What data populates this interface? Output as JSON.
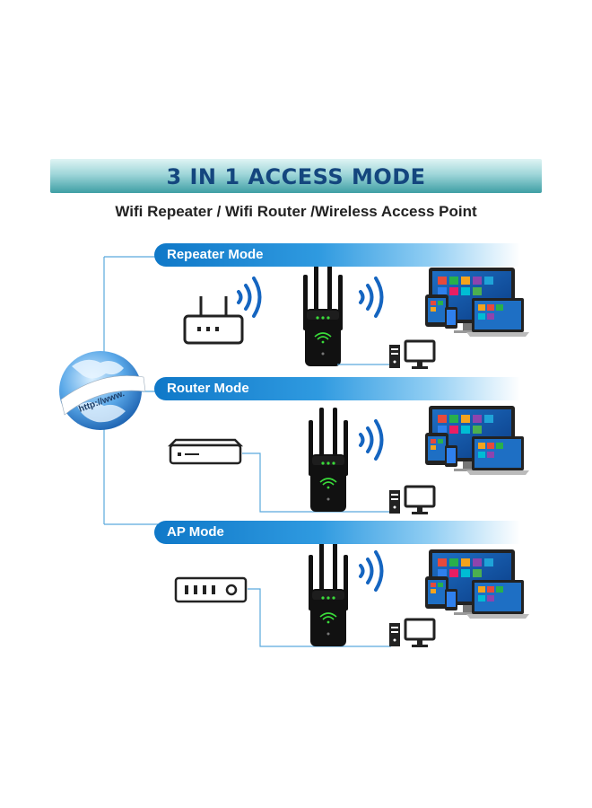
{
  "header": {
    "title": "3 IN 1 ACCESS MODE",
    "subtitle": "Wifi Repeater / Wifi Router /Wireless Access Point"
  },
  "globe": {
    "label": "http://www."
  },
  "modes": [
    {
      "label": "Repeater Mode",
      "source_device": "router-icon"
    },
    {
      "label": "Router Mode",
      "source_device": "modem-icon"
    },
    {
      "label": "AP Mode",
      "source_device": "switch-icon"
    }
  ],
  "colors": {
    "banner_title": "#14467e",
    "mode_bar": "#1b84d4",
    "line": "#5aa9dd",
    "wifi_waves": "#1565c0",
    "repeater_body": "#111111",
    "indicator_led": "#3adb3a"
  }
}
